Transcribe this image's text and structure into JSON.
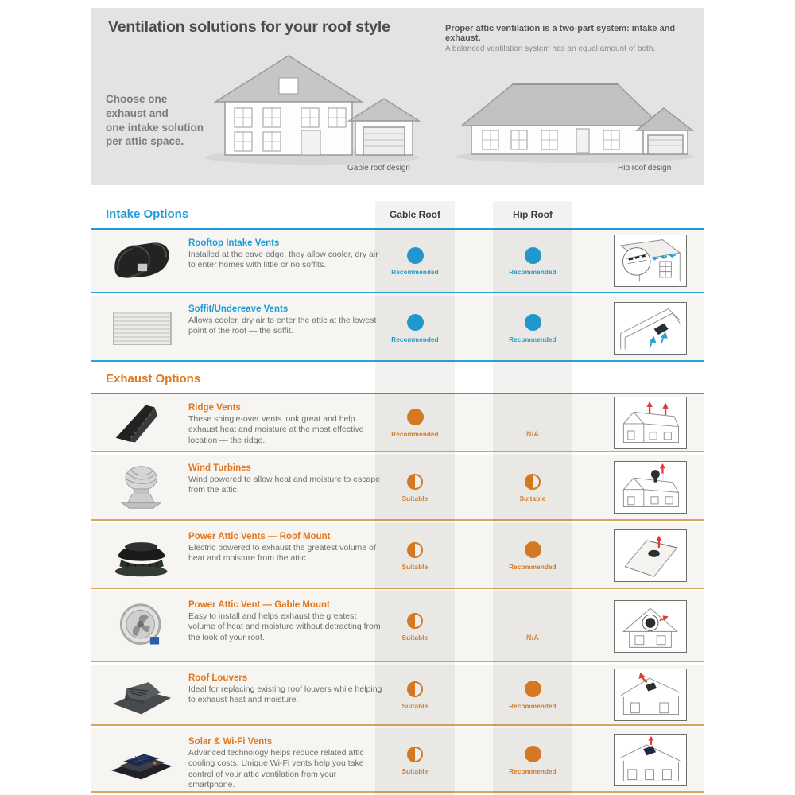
{
  "header": {
    "title": "Ventilation solutions for your roof style",
    "intro_bold": "Proper attic ventilation is a two-part system: intake and exhaust.",
    "intro_text": "A balanced ventilation system has an equal amount of both.",
    "choose_text": "Choose one\nexhaust and\none intake solution\nper attic space.",
    "gable_caption": "Gable roof design",
    "hip_caption": "Hip roof design"
  },
  "columns": {
    "gable": "Gable Roof",
    "hip": "Hip Roof"
  },
  "status_labels": {
    "recommended": "Recommended",
    "suitable": "Suitable",
    "na": "N/A"
  },
  "colors": {
    "intake_blue": "#1e9cd7",
    "exhaust_orange": "#e1771e",
    "recommended_blue": "#1f9ed9",
    "recommended_orange": "#e07c21",
    "arrow_red": "#e23b30",
    "arrow_blue": "#2e9fd6",
    "hero_bg": "#e4e3e2",
    "row_bg": "#f6f5f2"
  },
  "sections": [
    {
      "id": "intake",
      "title": "Intake Options",
      "rows": [
        {
          "name": "Rooftop Intake Vents",
          "description": "Installed at the eave edge, they allow cooler, dry air to enter homes with little or no soffits.",
          "gable": "recommended",
          "hip": "recommended",
          "product_icon": "rooftop-intake-product",
          "diagram_icon": "rooftop-intake-diagram"
        },
        {
          "name": "Soffit/Undereave Vents",
          "description": "Allows cooler, dry air to enter the attic at the lowest point of the roof — the soffit.",
          "gable": "recommended",
          "hip": "recommended",
          "product_icon": "soffit-vent-product",
          "diagram_icon": "soffit-vent-diagram"
        }
      ]
    },
    {
      "id": "exhaust",
      "title": "Exhaust Options",
      "rows": [
        {
          "name": "Ridge Vents",
          "description": "These shingle-over vents look great and help exhaust heat and moisture at the most effective location — the ridge.",
          "gable": "recommended",
          "hip": "na",
          "product_icon": "ridge-vent-product",
          "diagram_icon": "ridge-vent-diagram"
        },
        {
          "name": "Wind Turbines",
          "description": "Wind powered to allow heat and moisture to escape from the attic.",
          "gable": "suitable",
          "hip": "suitable",
          "product_icon": "wind-turbine-product",
          "diagram_icon": "wind-turbine-diagram"
        },
        {
          "name": "Power Attic Vents — Roof Mount",
          "description": "Electric powered to exhaust the greatest volume of heat and moisture from the attic.",
          "gable": "suitable",
          "hip": "recommended",
          "product_icon": "power-roof-mount-product",
          "diagram_icon": "power-roof-mount-diagram"
        },
        {
          "name": "Power Attic Vent — Gable Mount",
          "description": "Easy to install and helps exhaust the greatest volume of heat and moisture without detracting from the look of your roof.",
          "gable": "suitable",
          "hip": "na",
          "product_icon": "gable-mount-product",
          "diagram_icon": "gable-mount-diagram"
        },
        {
          "name": "Roof Louvers",
          "description": "Ideal for replacing existing roof louvers while helping to exhaust heat and moisture.",
          "gable": "suitable",
          "hip": "recommended",
          "product_icon": "roof-louver-product",
          "diagram_icon": "roof-louver-diagram"
        },
        {
          "name": "Solar & Wi-Fi Vents",
          "description": "Advanced technology helps reduce related attic cooling costs. Unique Wi-Fi vents help you take control of your attic ventilation from your smartphone.",
          "gable": "suitable",
          "hip": "recommended",
          "product_icon": "solar-wifi-product",
          "diagram_icon": "solar-wifi-diagram"
        }
      ]
    }
  ]
}
